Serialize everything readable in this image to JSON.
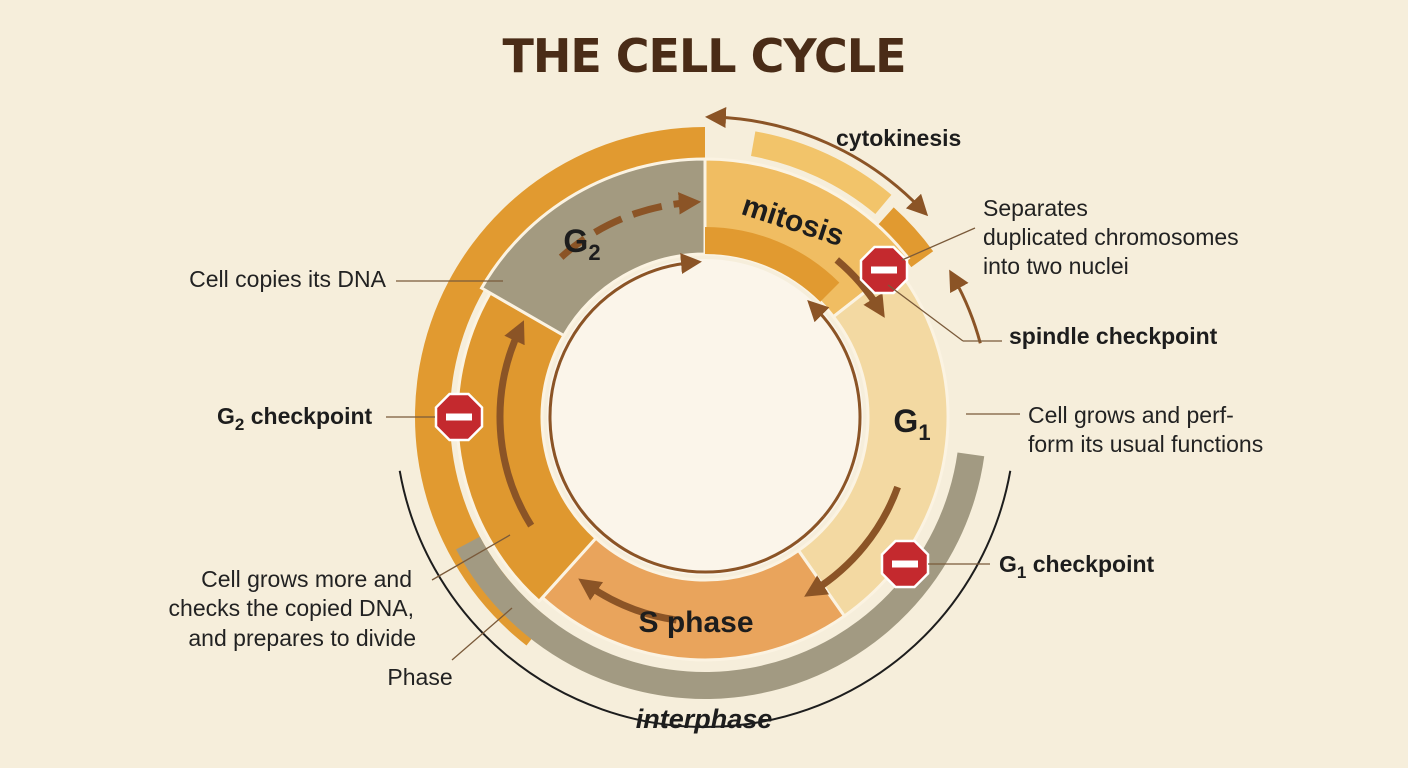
{
  "title": "THE CELL CYCLE",
  "phases": {
    "mitosis": "mitosis",
    "g1": "G",
    "g1_sub": "1",
    "g2": "G",
    "g2_sub": "2",
    "s_phase": "S phase"
  },
  "labels": {
    "cytokinesis": "cytokinesis",
    "interphase": "interphase",
    "mitosis_desc": [
      "Separates",
      "duplicated chromosomes",
      "into two nuclei"
    ],
    "spindle_checkpoint": "spindle checkpoint",
    "g1_desc": [
      "Cell grows and perf-",
      "form its usual functions"
    ],
    "g1_checkpoint_prefix": "G",
    "g1_checkpoint_sub": "1",
    "g1_checkpoint_suffix": " checkpoint",
    "g2_checkpoint_prefix": "G",
    "g2_checkpoint_sub": "2",
    "g2_checkpoint_suffix": " checkpoint",
    "s_desc": "Cell copies its DNA",
    "g2_desc": [
      "Cell grows more and",
      "checks the copied DNA,",
      "and prepares to divide"
    ],
    "phase_word": "Phase"
  },
  "icons": {
    "checkpoint": "stop-sign-icon",
    "flow": "curved-arrow-icon"
  },
  "colors": {
    "background": "#f6eedb",
    "title": "#4a2c17",
    "mitosis": "#f0bd62",
    "g1": "#f3d9a2",
    "s_phase": "#e9a45c",
    "g2": "#a39a80",
    "outer_orange": "#e19a30",
    "outer_gray": "#a29a82",
    "arrow": "#8b5426",
    "stop": "#c4292e"
  }
}
